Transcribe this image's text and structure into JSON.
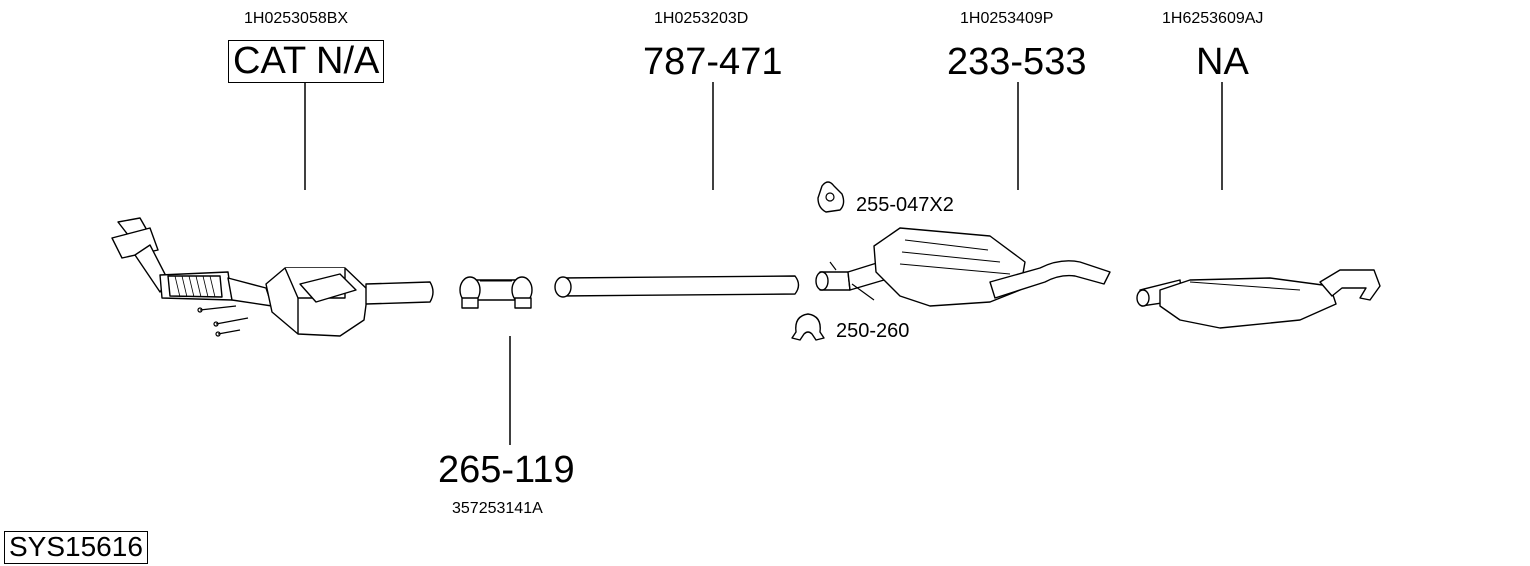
{
  "parts": [
    {
      "oe": "1H0253058BX",
      "pn": "CAT N/A"
    },
    {
      "oe": "1H0253203D",
      "pn": "787-471"
    },
    {
      "oe": "1H0253409P",
      "pn": "233-533"
    },
    {
      "oe": "1H6253609AJ",
      "pn": "NA"
    },
    {
      "oe": "357253141A",
      "pn": "265-119"
    }
  ],
  "accessories": [
    {
      "pn": "255-047X2",
      "icon": "rubber-hanger-icon"
    },
    {
      "pn": "250-260",
      "icon": "pipe-clamp-icon"
    }
  ],
  "system_id": "SYS15616"
}
